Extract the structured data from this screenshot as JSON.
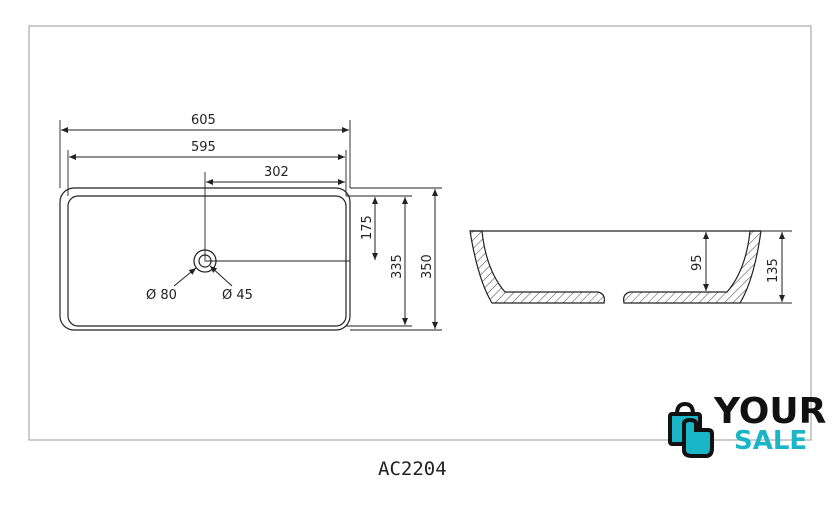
{
  "drawing": {
    "model": "AC2204",
    "dimensions": {
      "outer_length": "605",
      "inner_length": "595",
      "drain_offset_x": "302",
      "drain_offset_y": "175",
      "inner_width": "335",
      "outer_width": "350",
      "basin_depth": "95",
      "overall_height": "135",
      "drain_dia_outer": "Ø 80",
      "drain_dia_inner": "Ø 45"
    }
  },
  "logo": {
    "line1": "YOUR",
    "line2": "SALE",
    "icon": "shopping-bag-hand-icon",
    "accent_color": "#1bb5c8"
  }
}
